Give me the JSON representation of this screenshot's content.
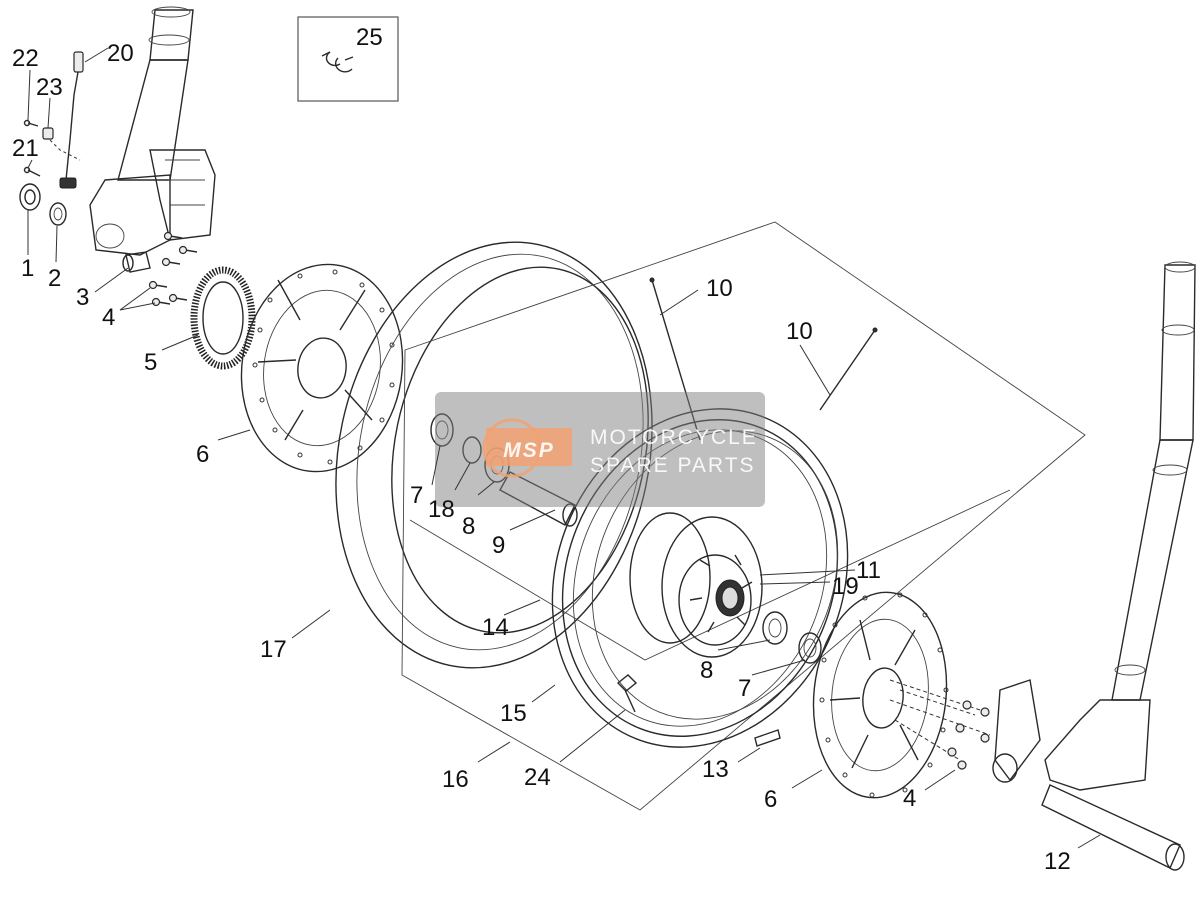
{
  "diagram": {
    "callouts": {
      "c1": "1",
      "c2": "2",
      "c3": "3",
      "c4a": "4",
      "c4b": "4",
      "c5": "5",
      "c6a": "6",
      "c6b": "6",
      "c7a": "7",
      "c7b": "7",
      "c8a": "8",
      "c8b": "8",
      "c9": "9",
      "c10a": "10",
      "c10b": "10",
      "c11": "11",
      "c12": "12",
      "c13": "13",
      "c14": "14",
      "c15": "15",
      "c16": "16",
      "c17": "17",
      "c18": "18",
      "c19": "19",
      "c20": "20",
      "c21": "21",
      "c22": "22",
      "c23": "23",
      "c24": "24",
      "c25": "25"
    },
    "watermark": {
      "logo_text": "MSP",
      "line1": "MOTORCYCLE",
      "line2": "SPARE PARTS"
    },
    "colors": {
      "line": "#2a2a2a",
      "watermark_bg": "#808080",
      "watermark_logo": "#f2a172"
    }
  }
}
